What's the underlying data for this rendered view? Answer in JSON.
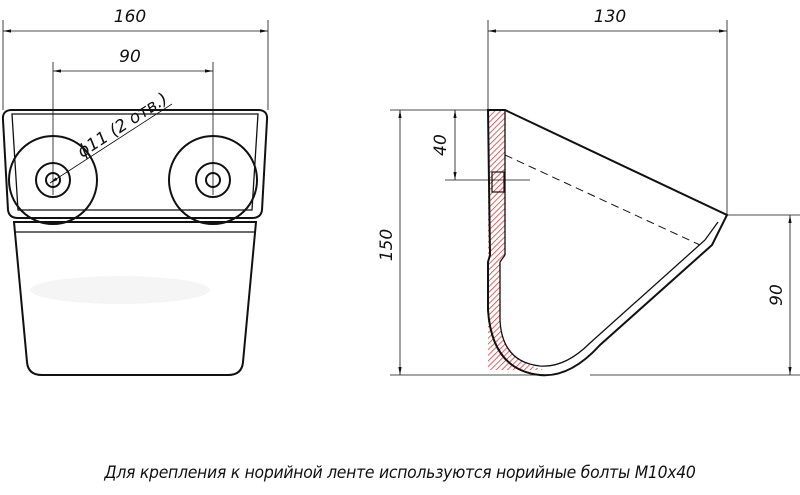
{
  "front_view": {
    "width_dim": "160",
    "hole_spacing_dim": "90",
    "hole_note": "ϕ11 (2 отв.)"
  },
  "side_view": {
    "depth_dim": "130",
    "height_dim": "150",
    "hole_offset_dim": "40",
    "tip_height_dim": "90"
  },
  "caption": "Для крепления к норийной ленте используются норийные болты М10х40"
}
